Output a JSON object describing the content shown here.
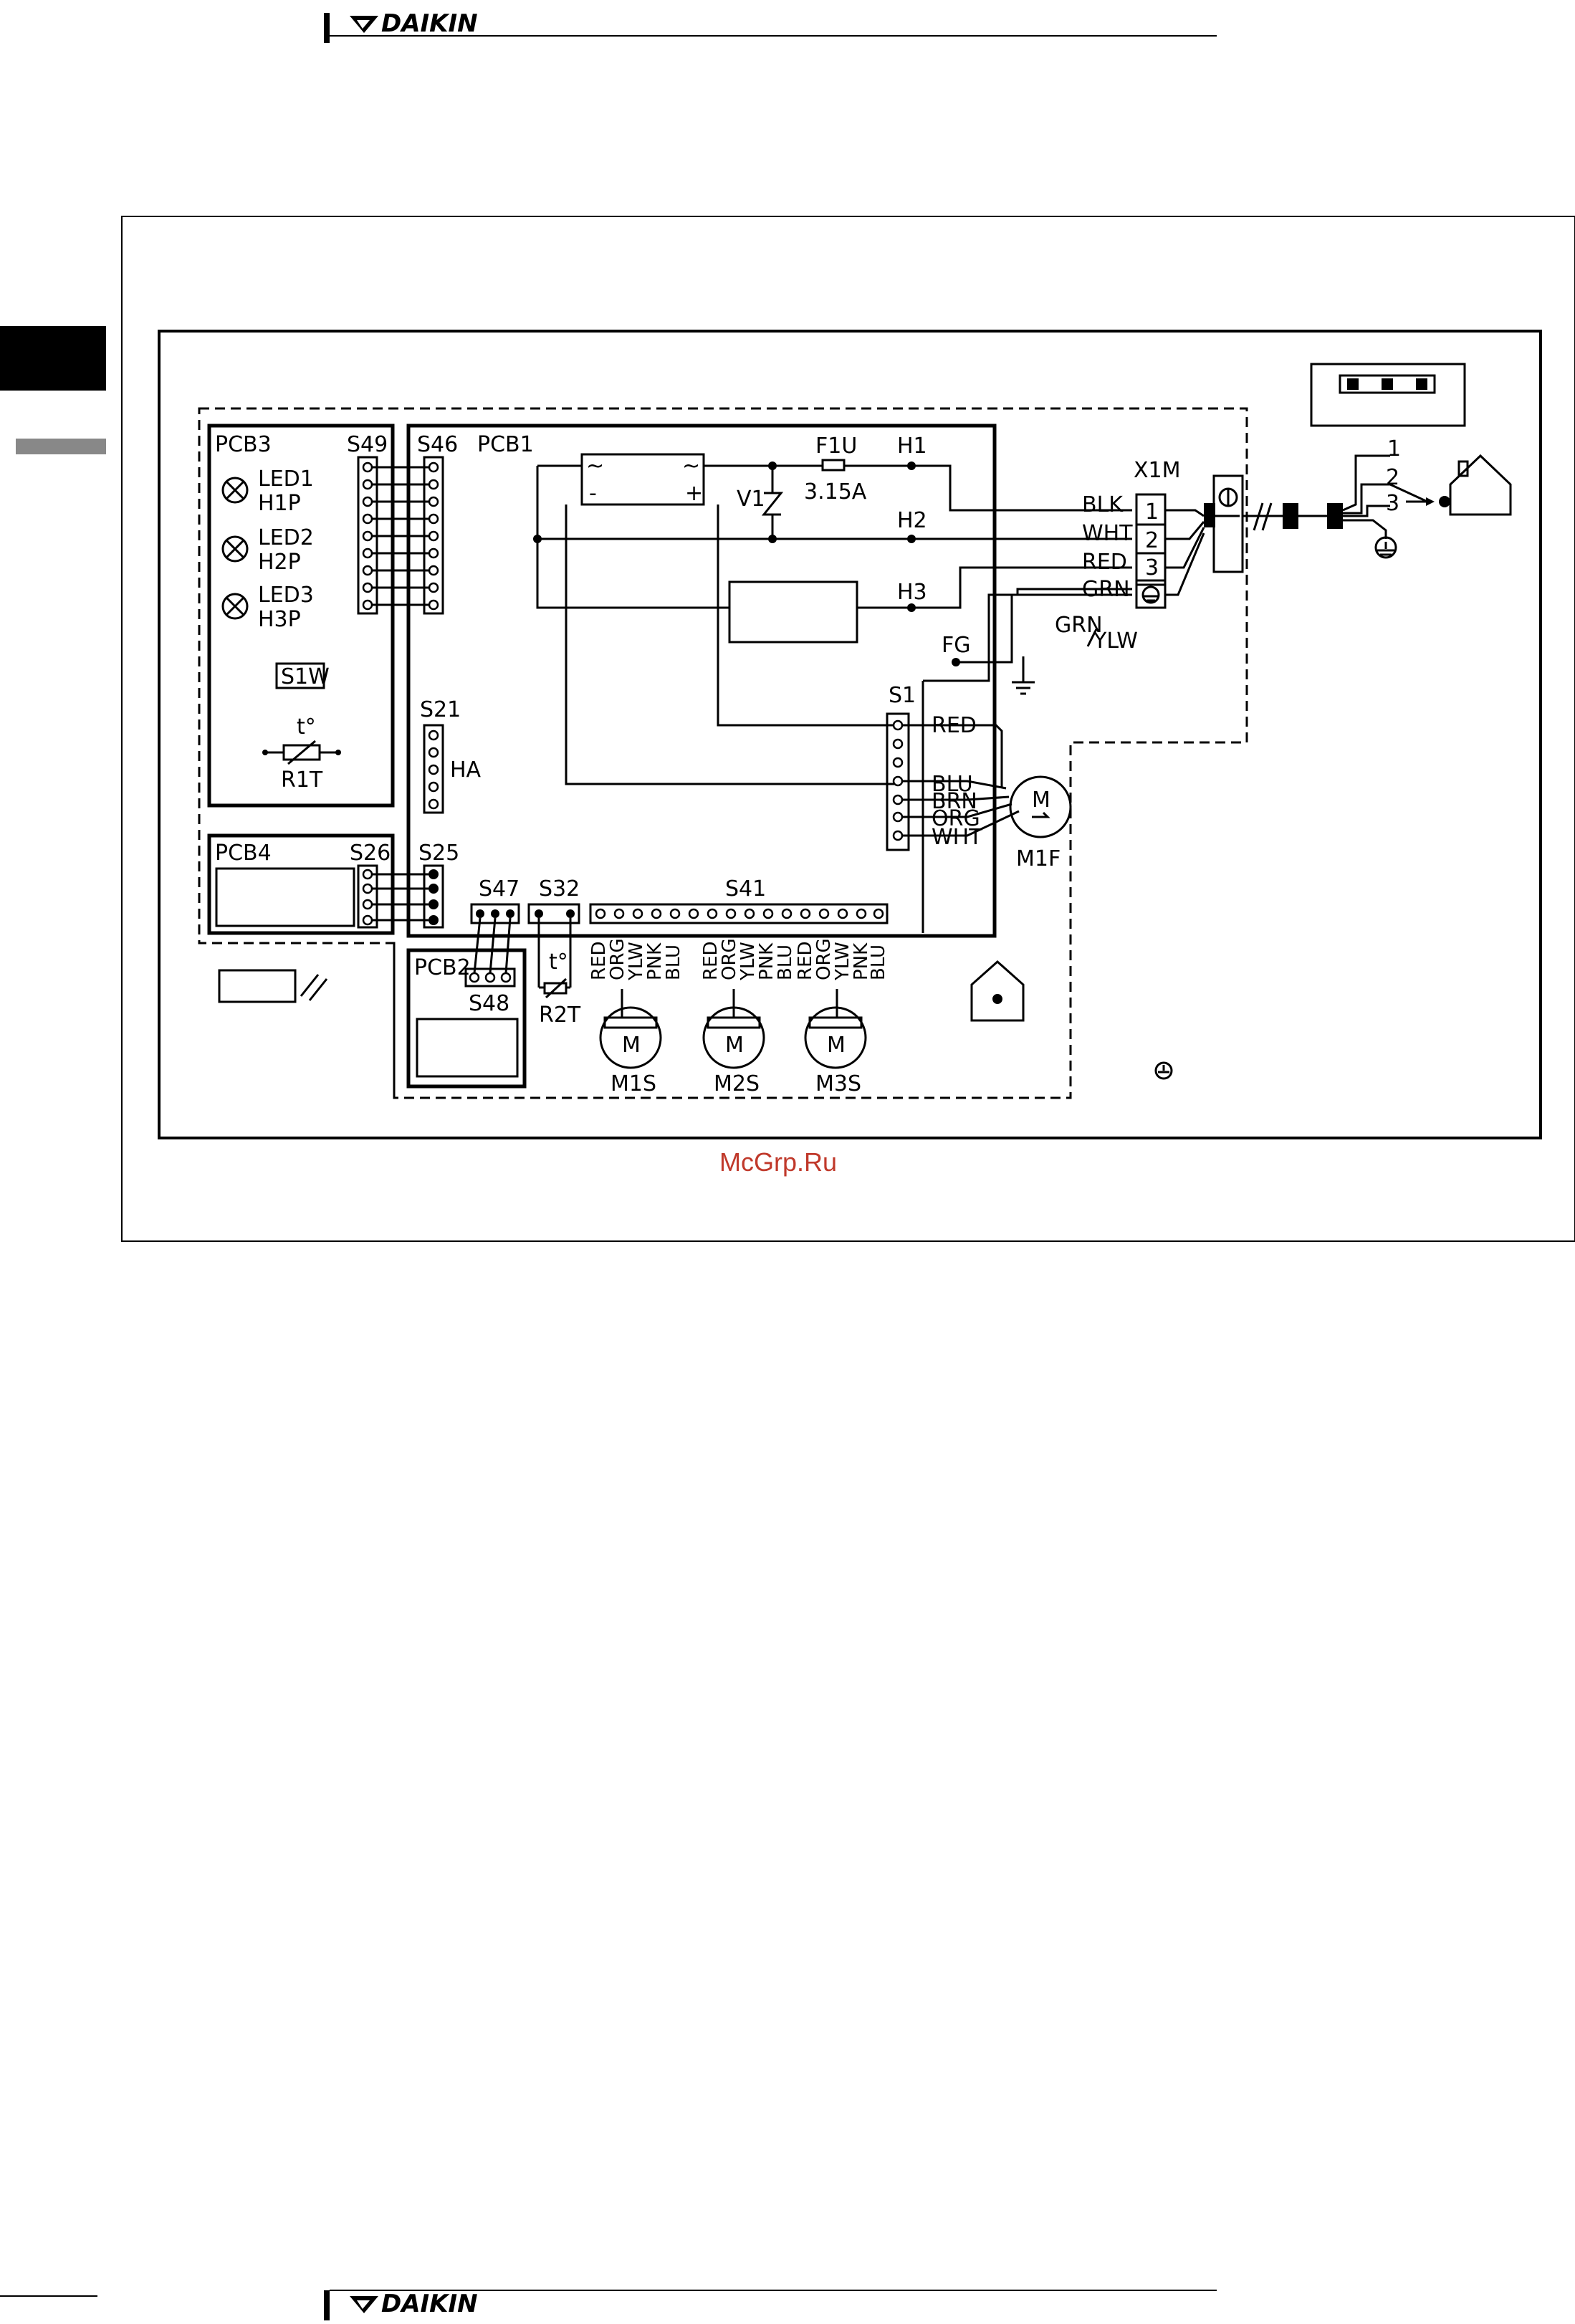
{
  "header": {
    "brand": "DAIKIN"
  },
  "footer": {
    "brand": "DAIKIN"
  },
  "watermark": "McGrp.Ru",
  "diagram": {
    "pcb3": {
      "label": "PCB3",
      "connector": "S49",
      "leds": [
        {
          "led": "LED1",
          "code": "H1P"
        },
        {
          "led": "LED2",
          "code": "H2P"
        },
        {
          "led": "LED3",
          "code": "H3P"
        }
      ],
      "switch": "S1W",
      "thermistor_symbol": "t°",
      "thermistor": "R1T"
    },
    "pcb4": {
      "label": "PCB4",
      "connector": "S26"
    },
    "pcb1": {
      "label": "PCB1",
      "s46": "S46",
      "s21": "S21",
      "ha": "HA",
      "s25": "S25",
      "s47": "S47",
      "s32": "S32",
      "s41": "S41",
      "s1": "S1",
      "fuse": "F1U",
      "fuse_rating": "3.15A",
      "varistor": "V1",
      "h1": "H1",
      "h2": "H2",
      "h3": "H3",
      "fg": "FG",
      "bridge_ac1": "~",
      "bridge_ac2": "~",
      "bridge_neg": "-",
      "bridge_pos": "+"
    },
    "pcb2": {
      "label": "PCB2",
      "connector": "S48"
    },
    "r2t": {
      "symbol": "t°",
      "label": "R2T"
    },
    "terminal": {
      "label": "X1M",
      "numbers": [
        "1",
        "2",
        "3"
      ]
    },
    "wires": {
      "blk": "BLK",
      "wht": "WHT",
      "red": "RED",
      "grn": "GRN",
      "grn_ylw_a": "GRN",
      "grn_ylw_b": "YLW"
    },
    "fan": {
      "wires": [
        "RED",
        "BLU",
        "BRN",
        "ORG",
        "WHT"
      ],
      "motor": "M",
      "label": "M1F"
    },
    "swing_wires": [
      "RED",
      "ORG",
      "YLW",
      "PNK",
      "BLU"
    ],
    "swing_motors": [
      {
        "label": "M1S",
        "symbol": "M"
      },
      {
        "label": "M2S",
        "symbol": "M"
      },
      {
        "label": "M3S",
        "symbol": "M"
      }
    ],
    "outdoor_terminals": [
      "1",
      "2",
      "3"
    ]
  }
}
